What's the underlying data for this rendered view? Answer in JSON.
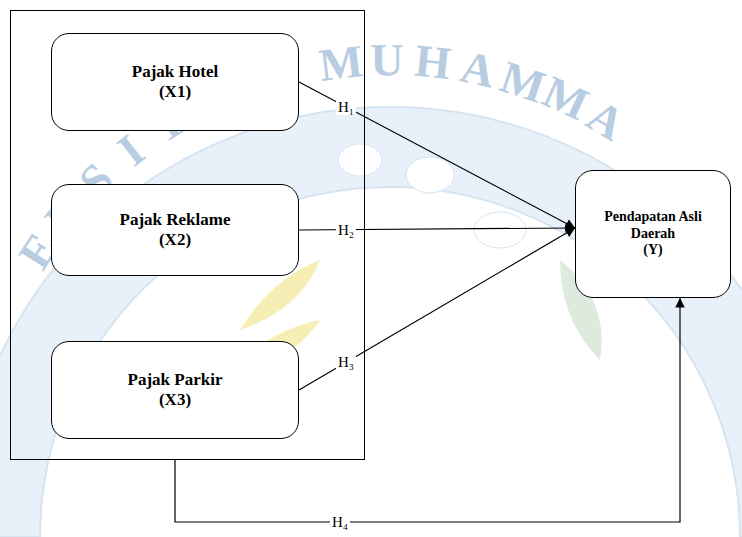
{
  "diagram": {
    "nodes": [
      {
        "text": []
      },
      {
        "text": [
          "Pajak Hotel",
          "(X1)"
        ],
        "in": 0
      },
      {
        "text": [
          "Pajak Reklame",
          "(X2)"
        ],
        "in": 0
      },
      {
        "text": [
          "Pajak Parkir",
          "(X3)"
        ],
        "in": 0
      },
      {
        "text": [
          "Pendapatan Asli Daerah",
          "(Y)"
        ]
      }
    ],
    "edges": [
      {
        "from": 1,
        "to": 4,
        "arrow": "to",
        "label": "H₁"
      },
      {
        "from": 2,
        "to": 4,
        "arrow": "to",
        "label": "H₂"
      },
      {
        "from": 3,
        "to": 4,
        "arrow": "to",
        "label": "H₃"
      },
      {
        "from": 0,
        "to": 4,
        "arrow": "to",
        "label": "H₄"
      }
    ],
    "labels": [
      "ERSITAS MUHAMMA"
    ]
  }
}
